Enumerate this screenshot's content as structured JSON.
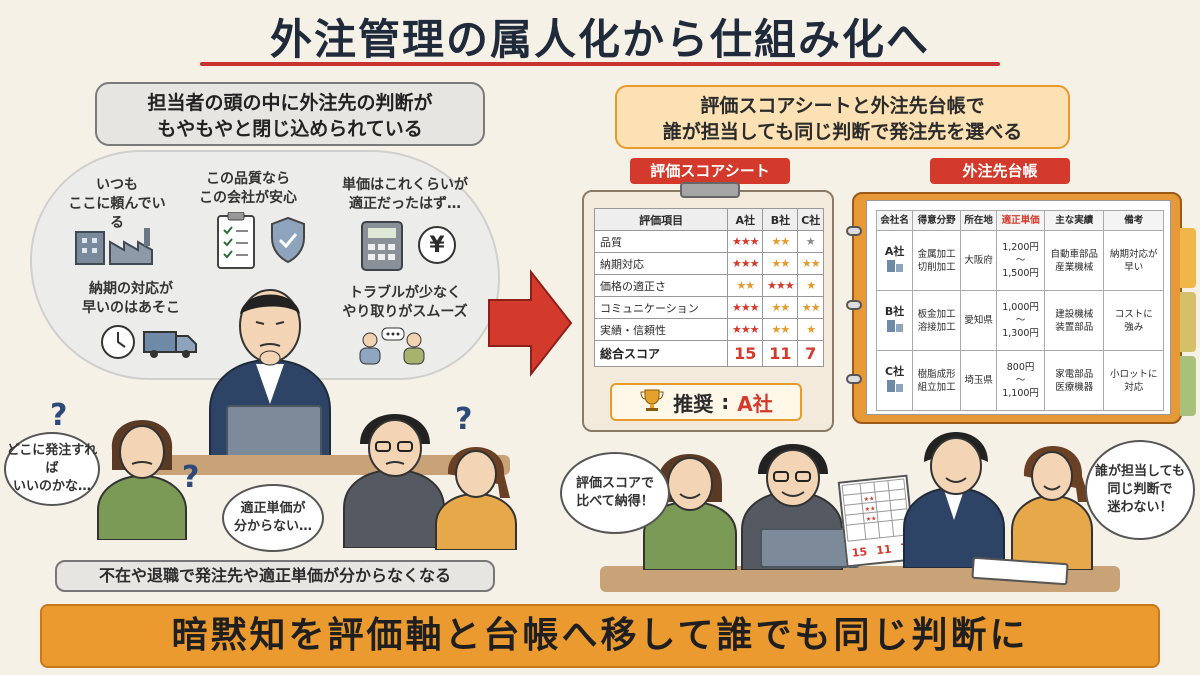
{
  "title": "外注管理の属人化から仕組み化へ",
  "left": {
    "header_line1": "担当者の頭の中に外注先の判断が",
    "header_line2": "もやもやと閉じ込められている",
    "thoughts": [
      {
        "line1": "いつも",
        "line2": "ここに頼んでいる"
      },
      {
        "line1": "この品質なら",
        "line2": "この会社が安心"
      },
      {
        "line1": "単価はこれくらいが",
        "line2": "適正だったはず…"
      },
      {
        "line1": "納期の対応が",
        "line2": "早いのはあそこ"
      },
      {
        "line1": "トラブルが少なく",
        "line2": "やり取りがスムーズ"
      }
    ],
    "yen_symbol": "¥",
    "bubble_where_1": "どこに発注すれば",
    "bubble_where_2": "いいのかな…",
    "bubble_price_1": "適正単価が",
    "bubble_price_2": "分からない…",
    "qmark": "?",
    "footer": "不在や退職で発注先や適正単価が分からなくなる"
  },
  "right": {
    "header_line1": "評価スコアシートと外注先台帳で",
    "header_line2": "誰が担当しても同じ判断で発注先を選べる",
    "score_tag": "評価スコアシート",
    "ledger_tag": "外注先台帳",
    "score_table": {
      "headers": [
        "評価項目",
        "A社",
        "B社",
        "C社"
      ],
      "rows": [
        {
          "item": "品質",
          "a": "★★★",
          "b": "★★",
          "c": "★"
        },
        {
          "item": "納期対応",
          "a": "★★★",
          "b": "★★",
          "c": "★★"
        },
        {
          "item": "価格の適正さ",
          "a": "★★",
          "b": "★★★",
          "c": "★"
        },
        {
          "item": "コミュニケーション",
          "a": "★★★",
          "b": "★★",
          "c": "★★"
        },
        {
          "item": "実績・信頼性",
          "a": "★★★",
          "b": "★★",
          "c": "★"
        }
      ],
      "total_label": "総合スコア",
      "totals": [
        "15",
        "11",
        "7"
      ]
    },
    "recommend_label": "推奨",
    "recommend_sep": ":",
    "recommend_value": "A社",
    "ledger": {
      "headers": [
        "会社名",
        "得意分野",
        "所在地",
        "適正単価",
        "主な実績",
        "備考"
      ],
      "rows": [
        {
          "name": "A社",
          "field1": "金属加工",
          "field2": "切削加工",
          "loc": "大阪府",
          "p1": "1,200円",
          "p2": "〜",
          "p3": "1,500円",
          "r1": "自動車部品",
          "r2": "産業機械",
          "n1": "納期対応が",
          "n2": "早い"
        },
        {
          "name": "B社",
          "field1": "板金加工",
          "field2": "溶接加工",
          "loc": "愛知県",
          "p1": "1,000円",
          "p2": "〜",
          "p3": "1,300円",
          "r1": "建設機械",
          "r2": "装置部品",
          "n1": "コストに",
          "n2": "強み"
        },
        {
          "name": "C社",
          "field1": "樹脂成形",
          "field2": "組立加工",
          "loc": "埼玉県",
          "p1": "800円",
          "p2": "〜",
          "p3": "1,100円",
          "r1": "家電部品",
          "r2": "医療機器",
          "n1": "小ロットに",
          "n2": "対応"
        }
      ]
    },
    "mini_sheet": {
      "totals": [
        "15",
        "11",
        "7"
      ]
    },
    "bubble_left_1": "評価スコアで",
    "bubble_left_2": "比べて納得！",
    "bubble_right_1": "誰が担当しても",
    "bubble_right_2": "同じ判断で",
    "bubble_right_3": "迷わない！"
  },
  "banner": "暗黙知を評価軸と台帳へ移して誰でも同じ判断に",
  "colors": {
    "accent_red": "#d33a2c",
    "accent_orange": "#eb9a2f",
    "background": "#f6f1e7"
  }
}
